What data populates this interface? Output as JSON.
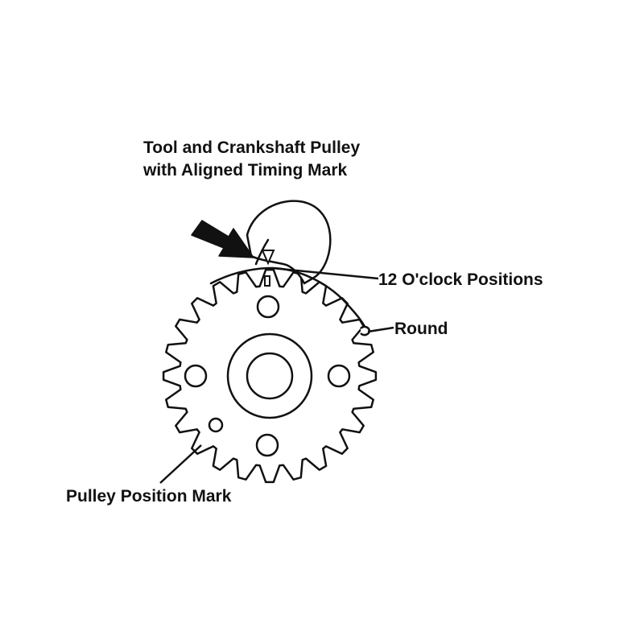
{
  "title": {
    "line1": "Tool and Crankshaft Pulley",
    "line2": "with Aligned Timing Mark"
  },
  "callouts": {
    "twelve_oclock": "12 O'clock Positions",
    "round": "Round",
    "pulley_position_mark": "Pulley Position Mark"
  },
  "colors": {
    "ink": "#111111",
    "background": "#ffffff"
  },
  "icons": {
    "pointer": "arrow-icon"
  }
}
